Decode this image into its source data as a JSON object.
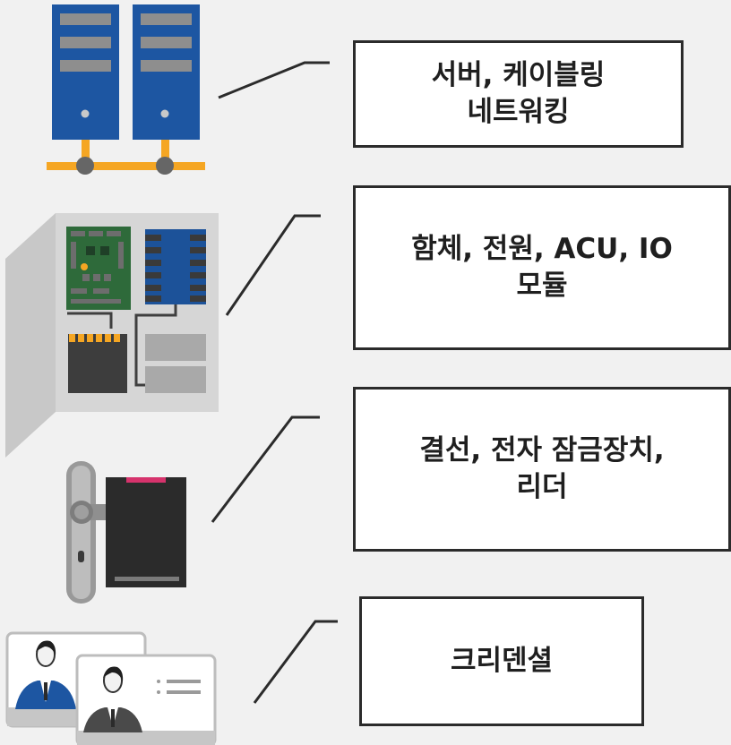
{
  "items": [
    {
      "label": "서버, 케이블링\n네트워킹",
      "icon": "server-network-icon"
    },
    {
      "label": "함체, 전원, ACU, IO\n모듈",
      "icon": "control-panel-enclosure-icon"
    },
    {
      "label": "결선, 전자 잠금장치,\n리더",
      "icon": "door-lock-card-reader-icon"
    },
    {
      "label": "크리덴셜",
      "icon": "id-credential-cards-icon"
    }
  ],
  "colors": {
    "server_blue": "#1d56a2",
    "network_orange": "#f5a623",
    "board_green": "#2e6a3a",
    "module_blue": "#1c5299",
    "reader_red": "#d6336c",
    "badge_shirt_blue": "#1d56a2",
    "badge_shirt_gray": "#4a4a4a",
    "outline": "#2b2b2b"
  }
}
